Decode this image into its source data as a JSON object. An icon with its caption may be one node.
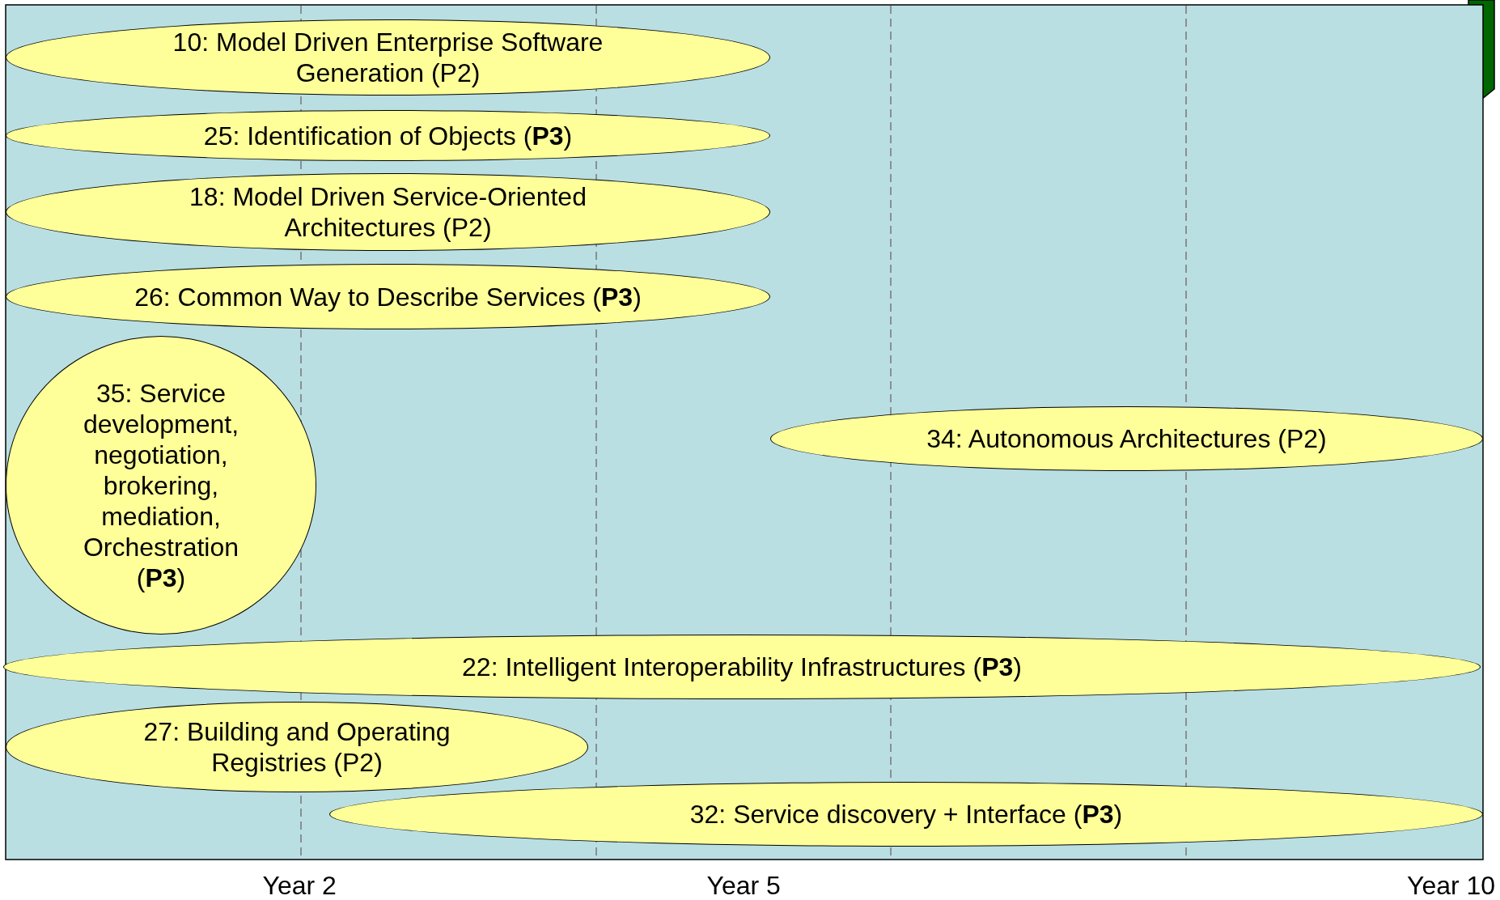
{
  "diagram": {
    "nodes": [
      {
        "text": [
          "10: Model Driven Enterprise Software Generation (P2)"
        ]
      },
      {
        "text": [
          "25: Identification of Objects (**P3**)"
        ]
      },
      {
        "text": [
          "18: Model Driven Service-Oriented Architectures (P2)"
        ]
      },
      {
        "text": [
          "26: Common Way to Describe Services (**P3**)"
        ]
      },
      {
        "text": [
          "35: Service development, negotiation, brokering, mediation, Orchestration (**P3**)"
        ]
      },
      {
        "text": [
          "34: Autonomous Architectures (P2)"
        ]
      },
      {
        "text": [
          "22: Intelligent Interoperability Infrastructures (**P3**)"
        ]
      },
      {
        "text": [
          "27: Building and Operating Registries (P2)"
        ]
      },
      {
        "text": [
          "32: Service discovery + Interface (**P3**)"
        ]
      }
    ],
    "labels": [
      "Year 2",
      "Year 5",
      "Year 10"
    ]
  }
}
